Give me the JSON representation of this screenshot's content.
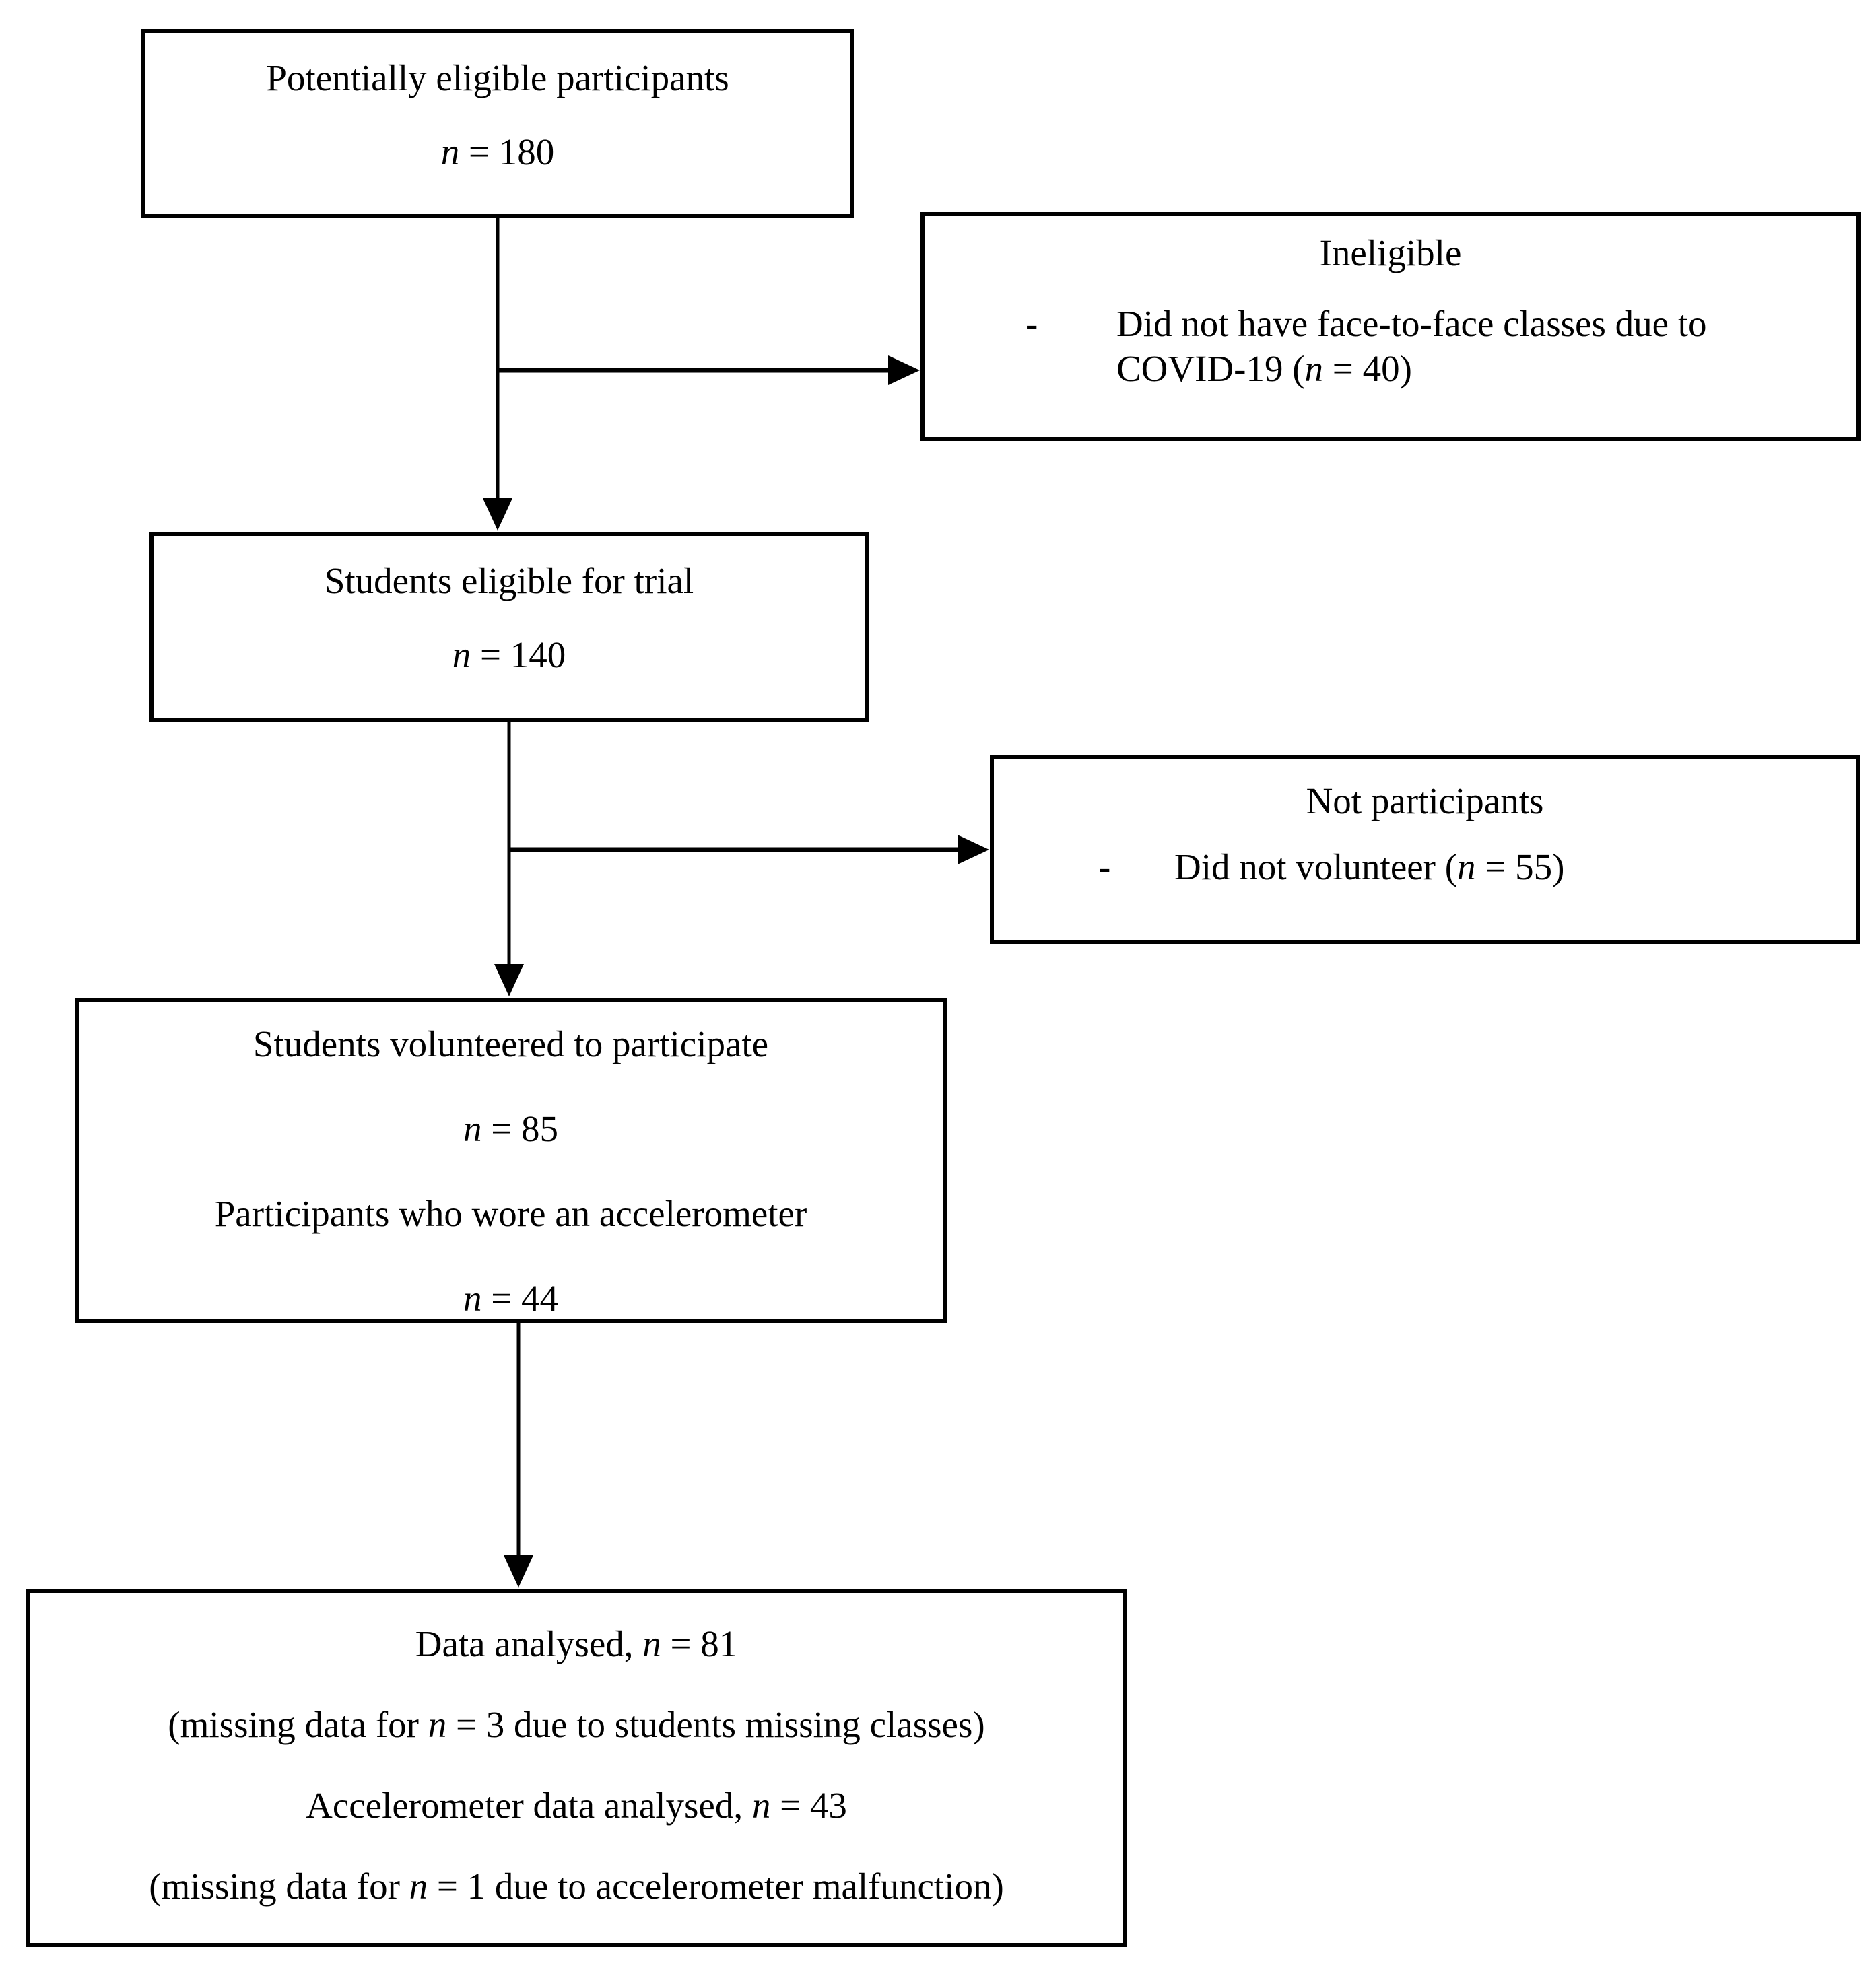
{
  "page": {
    "background_color": "#ffffff",
    "line_color": "#000000",
    "text_color": "#000000"
  },
  "diagram": {
    "type": "participant-flow-chart",
    "boxes": {
      "potentially_eligible": {
        "title": "Potentially eligible participants",
        "n_var": "n",
        "n_rest": " = 180"
      },
      "ineligible": {
        "title": "Ineligible",
        "bullet_marker": "-",
        "reason_line1": "Did not have face-to-face classes due to",
        "reason_line2_pre": "COVID-19 (",
        "n_var": "n",
        "reason_line2_post": " = 40)"
      },
      "eligible_for_trial": {
        "title": "Students eligible for trial",
        "n_var": "n",
        "n_rest": " = 140"
      },
      "not_participants": {
        "title": "Not participants",
        "bullet_marker": "-",
        "reason_pre": "Did not volunteer (",
        "n_var": "n",
        "reason_post": " = 55)"
      },
      "volunteered": {
        "title1": "Students volunteered to participate",
        "n1_var": "n",
        "n1_rest": " = 85",
        "title2": "Participants who wore an accelerometer",
        "n2_var": "n",
        "n2_rest": " = 44"
      },
      "analysed": {
        "line1_pre": "Data analysed, ",
        "n1_var": "n",
        "line1_post": " = 81",
        "line2_pre": "(missing data for ",
        "n2_var": "n",
        "line2_post": " = 3 due to students missing classes)",
        "line3_pre": "Accelerometer data analysed, ",
        "n3_var": "n",
        "line3_post": " = 43",
        "line4_pre": "(missing data for ",
        "n4_var": "n",
        "line4_post": " = 1 due to accelerometer malfunction)"
      }
    },
    "flows": [
      {
        "from": "potentially_eligible",
        "to": "eligible_for_trial"
      },
      {
        "from": "potentially_eligible",
        "to": "ineligible"
      },
      {
        "from": "eligible_for_trial",
        "to": "volunteered"
      },
      {
        "from": "eligible_for_trial",
        "to": "not_participants"
      },
      {
        "from": "volunteered",
        "to": "analysed"
      }
    ]
  }
}
